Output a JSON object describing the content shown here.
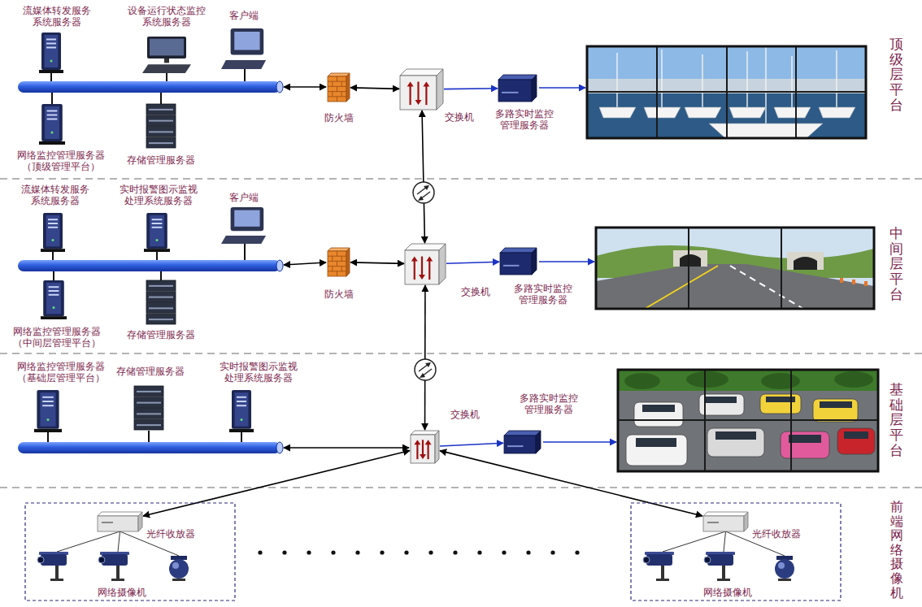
{
  "diagram": {
    "nodes": [
      {
        "text": [
          "流媒体转发服务 系统服务器"
        ]
      },
      {
        "text": [
          "设备运行状态监控 系统服务器"
        ]
      },
      {
        "text": [
          "客户端"
        ]
      },
      {
        "text": [
          "网络监控管理服务器 （顶级管理平台）"
        ]
      },
      {
        "text": [
          "存储管理服务器"
        ]
      },
      {
        "text": [
          "防火墙"
        ]
      },
      {
        "text": [
          "交换机"
        ]
      },
      {
        "text": [
          "多路实时监控 管理服务器"
        ]
      },
      {
        "text": [
          "流媒体转发服务 系统服务器"
        ]
      },
      {
        "text": [
          "实时报警图示监视 处理系统服务器"
        ]
      },
      {
        "text": [
          "客户端"
        ]
      },
      {
        "text": [
          "网络监控管理服务器 （中间层管理平台）"
        ]
      },
      {
        "text": [
          "存储管理服务器"
        ]
      },
      {
        "text": [
          "防火墙"
        ]
      },
      {
        "text": [
          "交换机"
        ]
      },
      {
        "text": [
          "多路实时监控 管理服务器"
        ]
      },
      {
        "text": [
          "网络监控管理服务器 （基础层管理平台）"
        ]
      },
      {
        "text": [
          "存储管理服务器"
        ]
      },
      {
        "text": [
          "实时报警图示监视 处理系统服务器"
        ]
      },
      {
        "text": [
          "交换机"
        ]
      },
      {
        "text": [
          "多路实时监控 管理服务器"
        ]
      },
      {
        "text": [
          "网络摄像机"
        ]
      },
      {
        "text": [
          "光纤收放器"
        ],
        "in": 21
      },
      {
        "text": [
          "网络摄像机"
        ]
      },
      {
        "text": [
          "光纤收放器"
        ],
        "in": 23
      }
    ],
    "edges": [
      {
        "from": 5,
        "to": 6,
        "arrow": "both"
      },
      {
        "from": 6,
        "to": 7,
        "arrow": "to"
      },
      {
        "from": 6,
        "to": 14,
        "arrow": "both"
      },
      {
        "from": 13,
        "to": 14,
        "arrow": "both"
      },
      {
        "from": 14,
        "to": 15,
        "arrow": "to"
      },
      {
        "from": 14,
        "to": 19,
        "arrow": "both"
      },
      {
        "from": 19,
        "to": 20,
        "arrow": "to"
      },
      {
        "from": 19,
        "to": 22,
        "arrow": "both"
      },
      {
        "from": 19,
        "to": 24,
        "arrow": "both"
      }
    ],
    "labels": [
      "顶级层平台",
      "中间层平台",
      "基础层平台",
      "前端网络摄像机"
    ]
  }
}
